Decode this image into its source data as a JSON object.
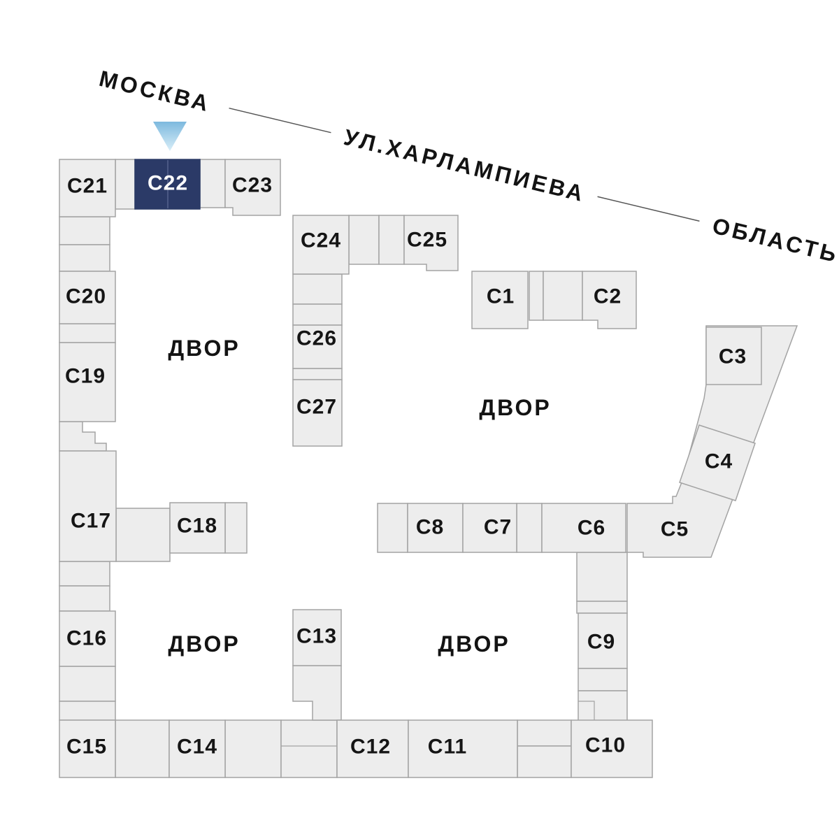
{
  "map": {
    "selected_building": "С22",
    "courtyard_label": "ДВОР",
    "streets": {
      "city": "МОСКВА",
      "street": "УЛ.ХАРЛАМПИЕВА",
      "region": "ОБЛАСТЬ"
    },
    "colors": {
      "building_fill": "#ededed",
      "building_border": "#a3a3a3",
      "highlight_fill": "#2b3a67",
      "highlight_text": "#ffffff",
      "label_text": "#151515",
      "marker_top": "#7db9de",
      "marker_bottom": "#d9eef8"
    },
    "buildings": {
      "c1": "С1",
      "c2": "С2",
      "c3": "С3",
      "c4": "С4",
      "c5": "С5",
      "c6": "С6",
      "c7": "С7",
      "c8": "С8",
      "c9": "С9",
      "c10": "С10",
      "c11": "С11",
      "c12": "С12",
      "c13": "С13",
      "c14": "С14",
      "c15": "С15",
      "c16": "С16",
      "c17": "С17",
      "c18": "С18",
      "c19": "С19",
      "c20": "С20",
      "c21": "С21",
      "c22": "С22",
      "c23": "С23",
      "c24": "С24",
      "c25": "С25",
      "c26": "С26",
      "c27": "С27"
    }
  }
}
